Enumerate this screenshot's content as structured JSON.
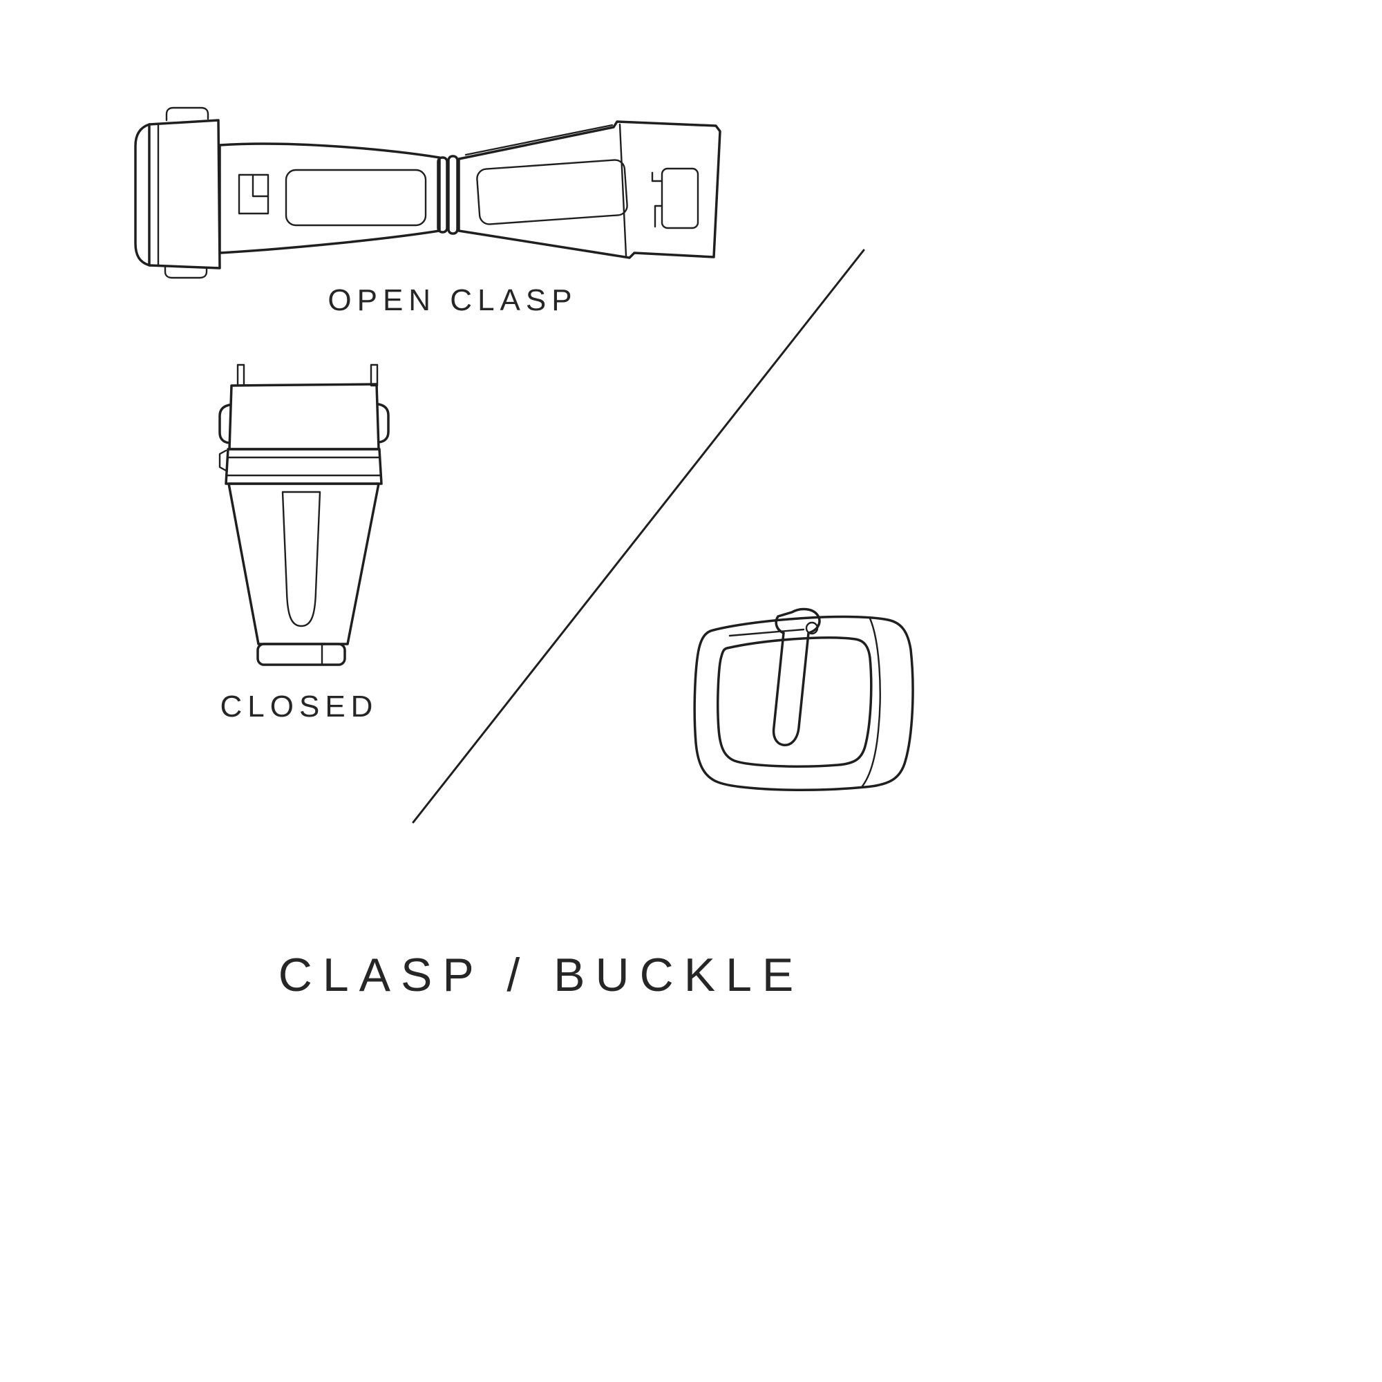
{
  "page": {
    "background_color": "#ffffff",
    "ink_color": "#1f1f1f"
  },
  "labels": {
    "open_clasp": "OPEN CLASP",
    "closed": "CLOSED",
    "title": "CLASP / BUCKLE"
  },
  "illustrations": [
    {
      "name": "open-clasp-illustration",
      "description": "watch deployant clasp shown open, horizontal line drawing"
    },
    {
      "name": "closed-clasp-illustration",
      "description": "watch clasp shown closed, vertical line drawing"
    },
    {
      "name": "tang-buckle-illustration",
      "description": "watch strap tang buckle with prong, line drawing"
    },
    {
      "name": "diagonal-divider",
      "description": "thin diagonal separator line between clasp and buckle drawings"
    }
  ]
}
